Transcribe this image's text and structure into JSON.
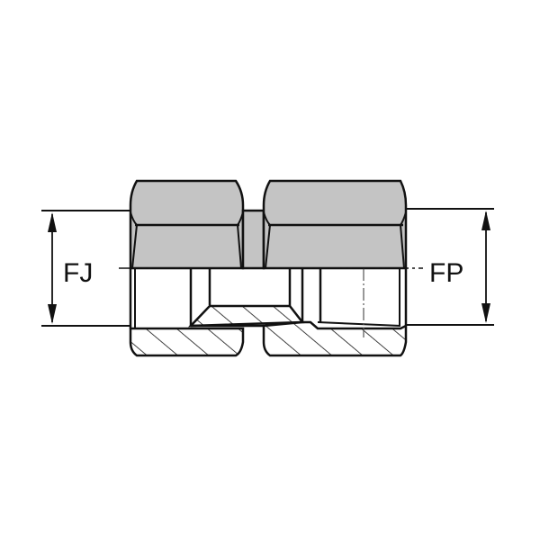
{
  "diagram": {
    "type": "technical cross-section drawing",
    "subject": "hydraulic female-female adapter (two hex nut bodies)",
    "labels": {
      "left_dimension": "FJ",
      "right_dimension": "FP"
    },
    "colors": {
      "background": "#ffffff",
      "hex_fill": "#c4c4c4",
      "outline": "#111111",
      "section_fill": "#ffffff"
    }
  }
}
